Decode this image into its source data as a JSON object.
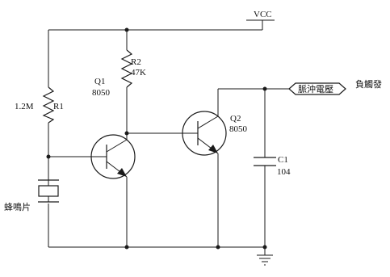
{
  "supply_label": "VCC",
  "components": {
    "r1": {
      "ref": "R1",
      "value": "1.2M"
    },
    "r2": {
      "ref": "R2",
      "value": "47K"
    },
    "q1": {
      "ref": "Q1",
      "part": "8050"
    },
    "q2": {
      "ref": "Q2",
      "part": "8050"
    },
    "c1": {
      "ref": "C1",
      "value": "104"
    },
    "buzzer": {
      "label": "蜂鳴片"
    }
  },
  "output": {
    "pulse_label": "脈沖電壓",
    "trigger_label": "負觸發"
  },
  "colors": {
    "ink": "#1a1a1a",
    "background": "#ffffff"
  }
}
